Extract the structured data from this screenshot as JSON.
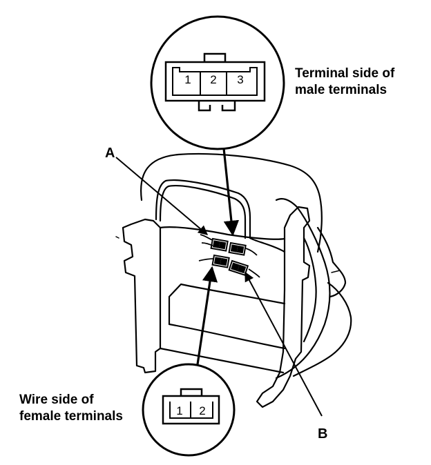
{
  "labels": {
    "a": "A",
    "b": "B",
    "male_line1": "Terminal side of",
    "male_line2": "male terminals",
    "female_line1": "Wire side of",
    "female_line2": "female terminals"
  },
  "male_connector": {
    "pins": [
      "1",
      "2",
      "3"
    ]
  },
  "female_connector": {
    "pins": [
      "1",
      "2"
    ]
  },
  "colors": {
    "ink": "#000000",
    "paper": "#ffffff"
  }
}
